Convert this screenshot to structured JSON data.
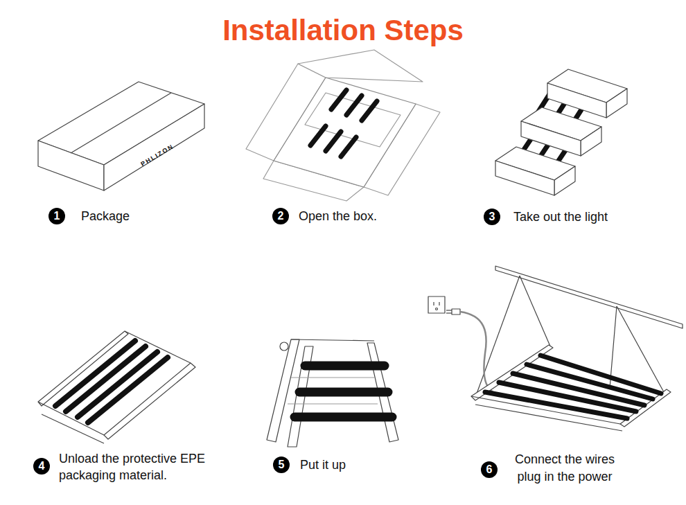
{
  "diagram": {
    "title": "Installation Steps",
    "nodes": [
      {
        "text": [
          "1"
        ]
      },
      {
        "text": [
          "2"
        ]
      },
      {
        "text": [
          "3"
        ]
      },
      {
        "text": [
          "4"
        ]
      },
      {
        "text": [
          "5"
        ]
      },
      {
        "text": [
          "6"
        ]
      }
    ],
    "labels": [
      "PHLIZON",
      "Package",
      "Open the box.",
      "Take out the light",
      "Unload the protective EPE packaging material.",
      "Put it up",
      "Connect the wires plug in the power"
    ]
  }
}
